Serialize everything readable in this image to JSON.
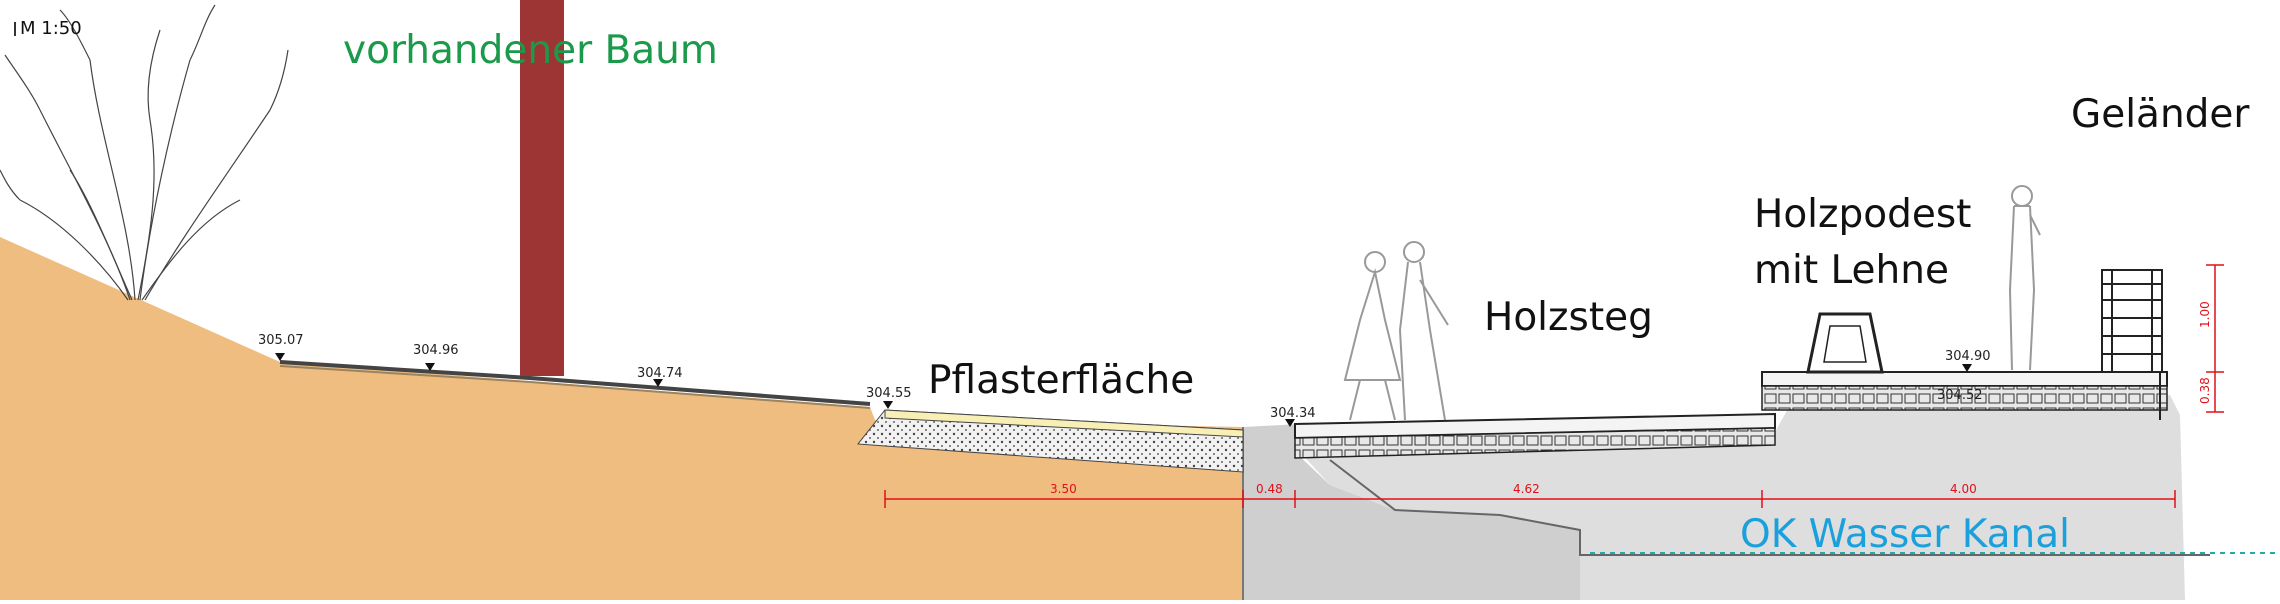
{
  "scale_label": "M 1:50",
  "labels": {
    "tree": "vorhandener Baum",
    "paving": "Pflasterfläche",
    "boardwalk": "Holzsteg",
    "platform_line1": "Holzpodest",
    "platform_line2": "mit Lehne",
    "railing": "Geländer",
    "water": "OK Wasser Kanal"
  },
  "elevations": [
    "305.07",
    "304.96",
    "304.74",
    "304.55",
    "304.34",
    "304.90",
    "304.52"
  ],
  "dimensions": {
    "horizontal": [
      "3.50",
      "0.48",
      "4.62",
      "4.00"
    ],
    "vertical": [
      "1.00",
      "0.38"
    ]
  },
  "colors": {
    "soil": "#efbd7f",
    "concrete": "#cfcfcf",
    "concrete_light": "#dedede",
    "trunk": "#9e3535",
    "tree_label": "#1a9a4a",
    "water_label": "#1aa0dc",
    "dimension": "#e0101a"
  }
}
